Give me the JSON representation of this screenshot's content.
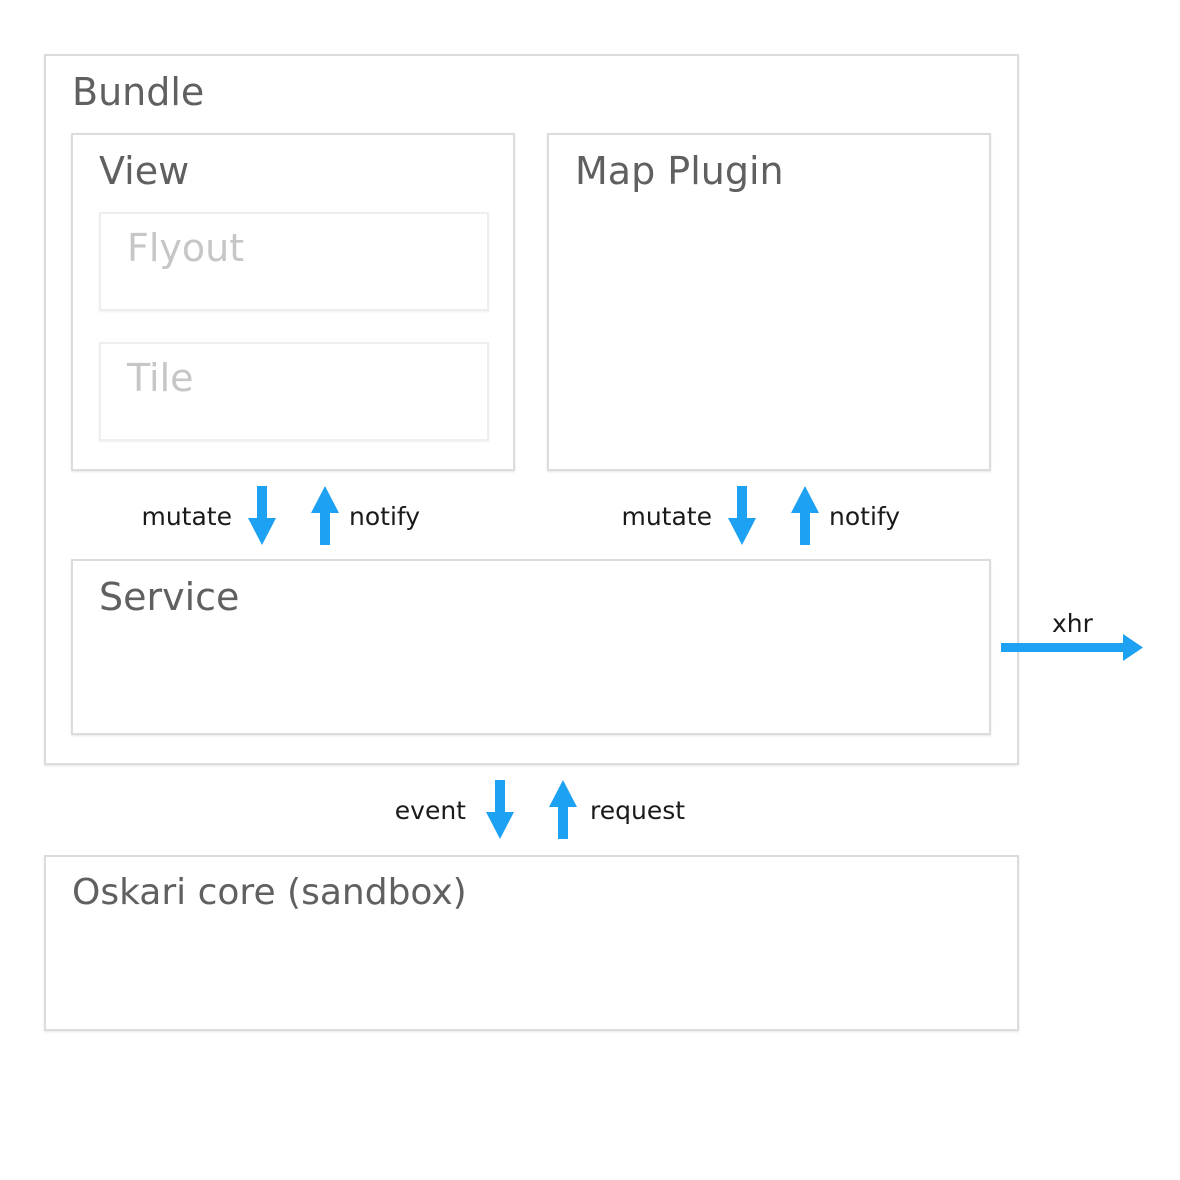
{
  "bundle": {
    "title": "Bundle",
    "view": {
      "title": "View",
      "components": [
        {
          "label": "Flyout"
        },
        {
          "label": "Tile"
        }
      ]
    },
    "map_plugin": {
      "title": "Map Plugin"
    },
    "service": {
      "title": "Service"
    }
  },
  "core": {
    "title": "Oskari core (sandbox)"
  },
  "flows": {
    "view_down": "mutate",
    "view_up": "notify",
    "plugin_down": "mutate",
    "plugin_up": "notify",
    "service_out": "xhr",
    "core_down": "event",
    "core_up": "request"
  },
  "colors": {
    "arrow": "#1da1f2",
    "border": "#dcdcdc",
    "title_text": "#606060",
    "inner_text": "#c6c6c6"
  }
}
